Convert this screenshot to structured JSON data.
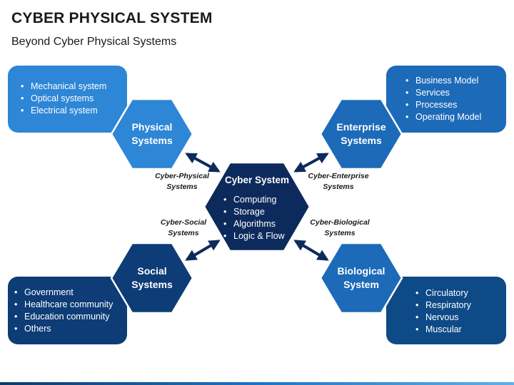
{
  "header": {
    "title": "CYBER PHYSICAL SYSTEM",
    "subtitle": "Beyond Cyber Physical Systems"
  },
  "colors": {
    "light_blue": "#2e86d6",
    "mid_blue": "#1c6ab8",
    "dark_blue": "#0e4a86",
    "navy": "#0d2a5c",
    "arrow": "#0d2a5c"
  },
  "center": {
    "title": "Cyber System",
    "items": [
      "Computing",
      "Storage",
      "Algorithms",
      "Logic & Flow"
    ]
  },
  "nodes": {
    "physical": {
      "label_line1": "Physical",
      "label_line2": "Systems",
      "items": [
        "Mechanical system",
        "Optical systems",
        "Electrical system"
      ]
    },
    "enterprise": {
      "label_line1": "Enterprise",
      "label_line2": "Systems",
      "items": [
        "Business Model",
        "Services",
        "Processes",
        "Operating Model"
      ]
    },
    "social": {
      "label_line1": "Social",
      "label_line2": "Systems",
      "items": [
        "Government",
        "Healthcare community",
        "Education community",
        "Others"
      ]
    },
    "biological": {
      "label_line1": "Biological",
      "label_line2": "System",
      "items": [
        "Circulatory",
        "Respiratory",
        "Nervous",
        "Muscular"
      ]
    }
  },
  "connections": {
    "cyber_physical": {
      "line1": "Cyber-Physical",
      "line2": "Systems"
    },
    "cyber_enterprise": {
      "line1": "Cyber-Enterprise",
      "line2": "Systems"
    },
    "cyber_social": {
      "line1": "Cyber-Social",
      "line2": "Systems"
    },
    "cyber_biological": {
      "line1": "Cyber-Biological",
      "line2": "Systems"
    }
  }
}
